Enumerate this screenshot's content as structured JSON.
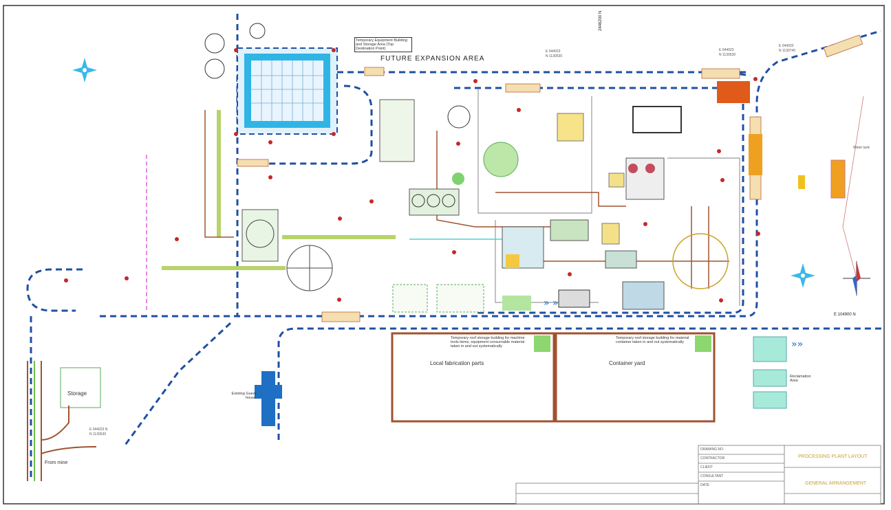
{
  "title": "FUTURE EXPANSION AREA",
  "coordinates": {
    "north_top": "2446200 N",
    "easting_right": "E 104900 N",
    "top_left_pair": [
      "E 044020",
      "N 1130740"
    ],
    "top_mid_pair": [
      "E 044023",
      "N 1130530"
    ],
    "top_right_pair": [
      "E 044023",
      "N 1130530"
    ],
    "storage_pair": [
      "E 044023 N",
      "N 1130530"
    ]
  },
  "labels": {
    "temp_building": "Temporary Equipment Building and Storage Area (Top Destination Point)",
    "storage": "Storage",
    "from_mine": "From mine",
    "guest_house": "Existing Guest house",
    "local_fab": "Local fabrication parts",
    "container_yard": "Container yard",
    "yard_note_left": "Temporary roof storage building for machine tools items, equipment consumable material taken in and out systematically",
    "yard_note_right": "Temporary roof storage building for material container taken in and out systematically",
    "reclamation": "Reclamation Area",
    "water_tank": "Water tank"
  },
  "colors": {
    "road": "#1f4fa3",
    "pond": "#2fb4e6",
    "conveyor": "#b7d36b",
    "pipe": "#a0522d",
    "tank": "#f0a020",
    "green_zone": "#8ed66f"
  },
  "icons": [
    "compass-rose-icon",
    "compass-rose-icon",
    "north-arrow-icon"
  ],
  "title_block": {
    "rows": [
      "DRAWING NO.",
      "CONTRACTOR",
      "CLIENT",
      "CONSULTANT",
      "DATE"
    ],
    "project": "PROCESSING PLANT LAYOUT",
    "sheet": "GENERAL ARRANGEMENT"
  }
}
